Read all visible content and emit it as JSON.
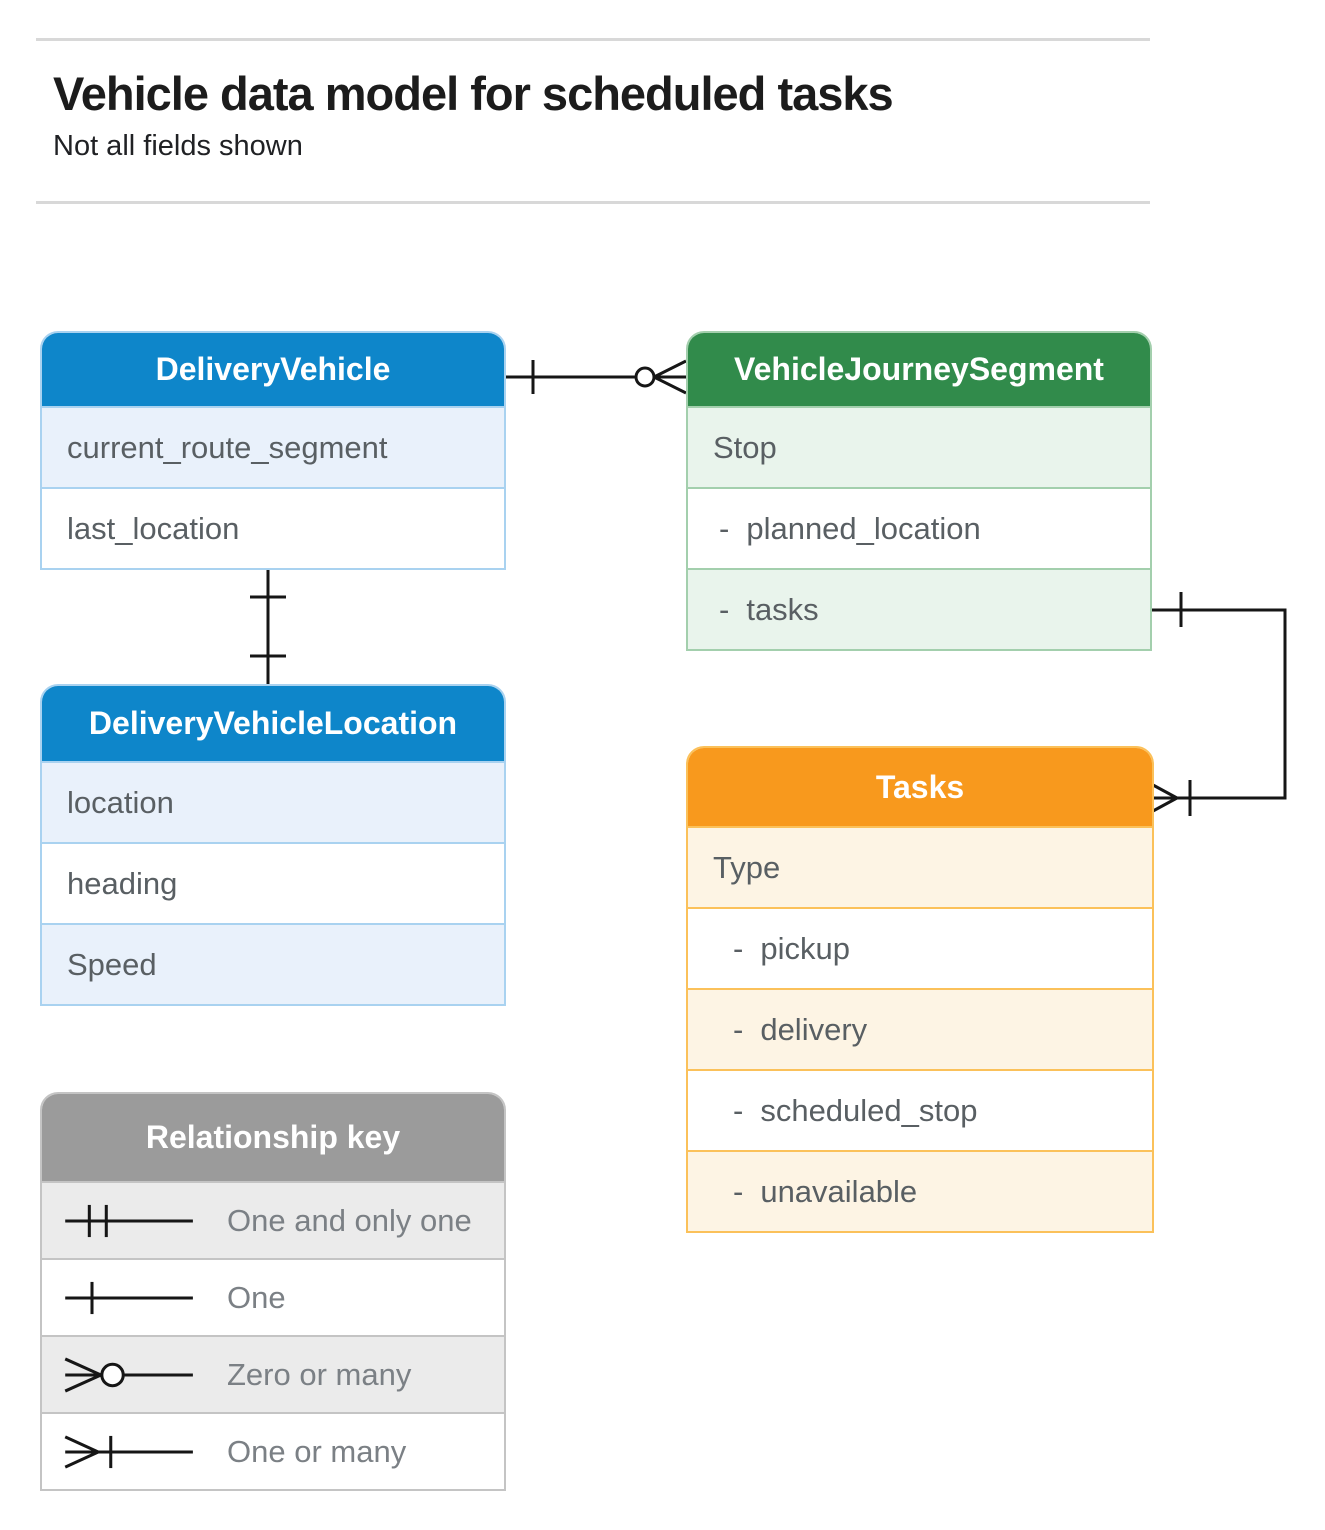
{
  "page": {
    "title": "Vehicle data model for scheduled tasks",
    "subtitle": "Not all fields shown"
  },
  "colors": {
    "blue_header": "#0e86ca",
    "blue_tint": "#e9f1fb",
    "green_header": "#318b4b",
    "green_tint": "#e9f4ec",
    "orange_header": "#f8991d",
    "orange_tint": "#fdf4e4",
    "gray_header": "#9b9b9b",
    "gray_tint": "#ebebeb",
    "connector": "#161616"
  },
  "entities": [
    {
      "name": "DeliveryVehicle",
      "fields": [
        {
          "bullet": "",
          "label": "current_route_segment"
        },
        {
          "bullet": "",
          "label": "last_location"
        }
      ]
    },
    {
      "name": "VehicleJourneySegment",
      "fields": [
        {
          "bullet": "",
          "label": "Stop"
        },
        {
          "bullet": "-",
          "label": "planned_location"
        },
        {
          "bullet": "-",
          "label": "tasks"
        }
      ]
    },
    {
      "name": "DeliveryVehicleLocation",
      "fields": [
        {
          "bullet": "",
          "label": "location"
        },
        {
          "bullet": "",
          "label": "heading"
        },
        {
          "bullet": "",
          "label": "Speed"
        }
      ]
    },
    {
      "name": "Tasks",
      "fields": [
        {
          "bullet": "",
          "label": "Type"
        },
        {
          "bullet": "-",
          "label": "pickup"
        },
        {
          "bullet": "-",
          "label": "delivery"
        },
        {
          "bullet": "-",
          "label": "scheduled_stop"
        },
        {
          "bullet": "-",
          "label": "unavailable"
        }
      ]
    }
  ],
  "legend": {
    "title": "Relationship key",
    "items": [
      {
        "symbol": "one-and-only-one-icon",
        "label": "One and only one"
      },
      {
        "symbol": "one-icon",
        "label": "One"
      },
      {
        "symbol": "zero-or-many-icon",
        "label": "Zero or many"
      },
      {
        "symbol": "one-or-many-icon",
        "label": "One or many"
      }
    ]
  },
  "connectors": [
    {
      "from": "DeliveryVehicle",
      "to": "VehicleJourneySegment",
      "from_end": "one",
      "to_end": "zero-or-many"
    },
    {
      "from": "DeliveryVehicle",
      "to": "DeliveryVehicleLocation",
      "from_end": "one",
      "to_end": "one"
    },
    {
      "from": "VehicleJourneySegment.tasks",
      "to": "Tasks",
      "from_end": "one",
      "to_end": "one-or-many"
    }
  ]
}
